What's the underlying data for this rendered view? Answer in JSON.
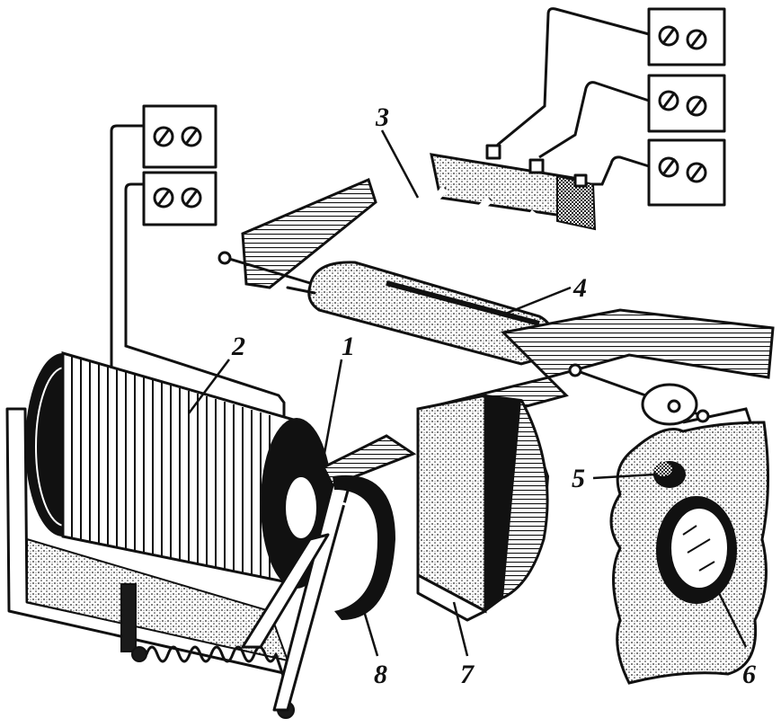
{
  "labels": {
    "l1": "1",
    "l2": "2",
    "l3": "3",
    "l4": "4",
    "l5": "5",
    "l6": "6",
    "l7": "7",
    "l8": "8"
  },
  "colors": {
    "ink": "#111111",
    "paper": "#ffffff"
  },
  "icons": {
    "screw": "slotted-screw-terminal"
  }
}
